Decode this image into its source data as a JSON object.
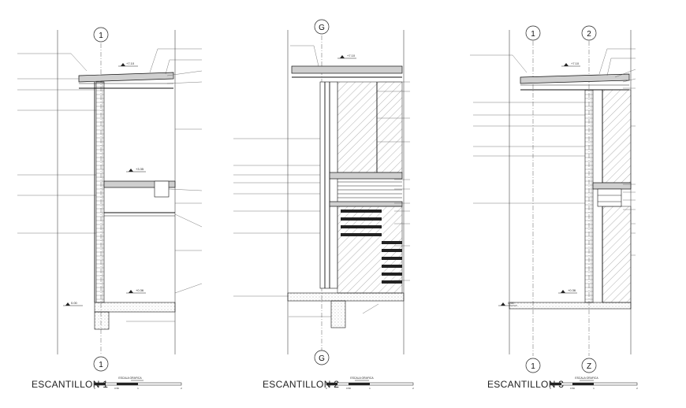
{
  "sheet": {
    "panels": [
      {
        "title": "ESCANTILLON 1",
        "axis_top": [
          "1"
        ],
        "axis_bottom": [
          "1"
        ],
        "scale_label": "ESCALA GRAFICA",
        "scale_ticks": [
          "0",
          "0.50",
          "1",
          "2"
        ],
        "levels": [
          "+7.10",
          "+3.35",
          "+0.36",
          "0.00"
        ]
      },
      {
        "title": "ESCANTILLON 2",
        "axis_top": [
          "G"
        ],
        "axis_bottom": [
          "G"
        ],
        "scale_label": "ESCALA GRAFICA",
        "scale_ticks": [
          "0",
          "0.50",
          "1",
          "2"
        ],
        "levels": [
          "+7.10"
        ]
      },
      {
        "title": "ESCANTILLON 3",
        "axis_top": [
          "1",
          "2"
        ],
        "axis_bottom": [
          "1",
          "Z"
        ],
        "scale_label": "ESCALA GRAFICA",
        "scale_ticks": [
          "0",
          "0.50",
          "1",
          "2"
        ],
        "levels": [
          "+7.10",
          "+0.36",
          "0.00"
        ]
      }
    ]
  }
}
